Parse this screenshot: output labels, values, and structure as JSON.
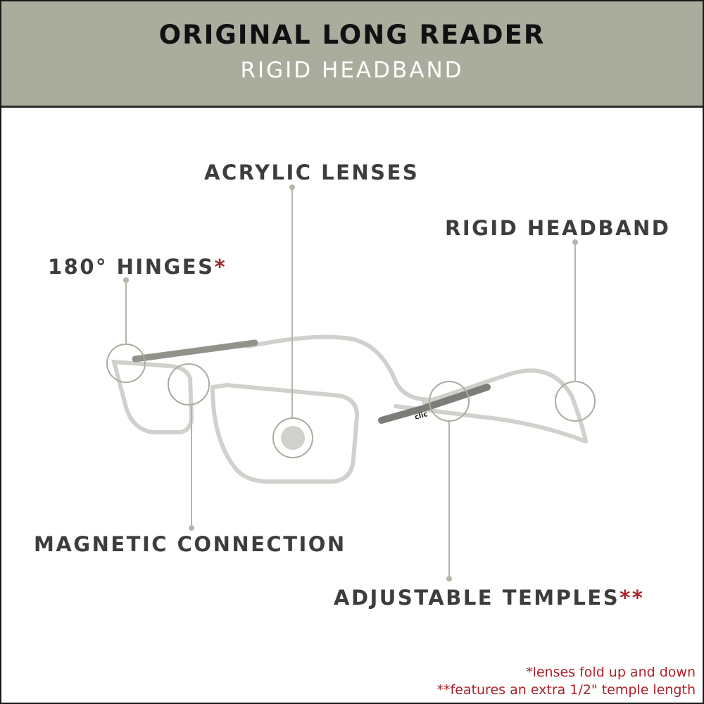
{
  "header": {
    "title": "ORIGINAL LONG READER",
    "subtitle": "RIGID HEADBAND",
    "background": "#aaad9e"
  },
  "callouts": [
    {
      "id": "acrylic-lenses",
      "label": "ACRYLIC LENSES",
      "marker": ""
    },
    {
      "id": "rigid-headband",
      "label": "RIGID HEADBAND",
      "marker": ""
    },
    {
      "id": "hinges",
      "label": "180° HINGES",
      "marker": "*"
    },
    {
      "id": "magnetic-connection",
      "label": "MAGNETIC CONNECTION",
      "marker": ""
    },
    {
      "id": "adjustable-temples",
      "label": "ADJUSTABLE TEMPLES",
      "marker": "**"
    }
  ],
  "product": {
    "name": "clear reading glasses with magnetic front connection",
    "temple_logo": "clic"
  },
  "footnotes": [
    "*lenses fold up and down",
    "**features an extra 1/2\" temple length"
  ],
  "colors": {
    "label_text": "#3d3d3d",
    "accent_red": "#a8232b",
    "leader_line": "#b5b5aa"
  }
}
